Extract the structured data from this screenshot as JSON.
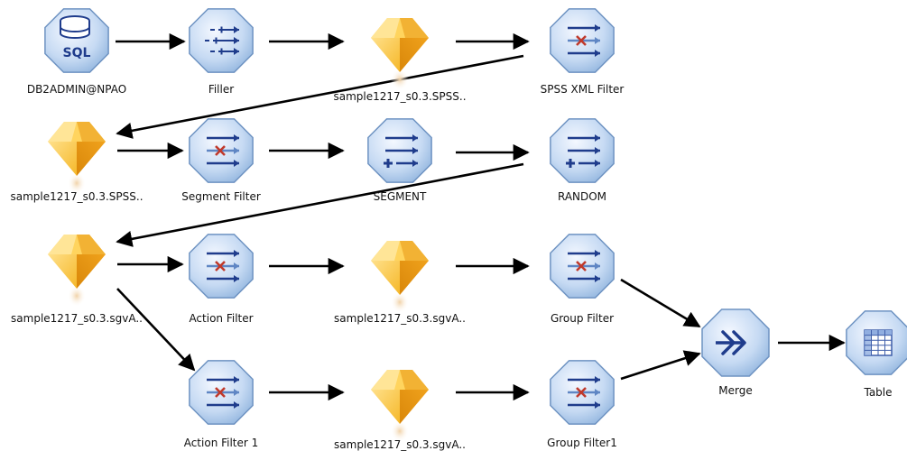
{
  "nodes": [
    {
      "id": "db2admin",
      "type": "sql-source",
      "label": "DB2ADMIN@NPAO"
    },
    {
      "id": "filler",
      "type": "filler",
      "label": "Filler"
    },
    {
      "id": "gem1",
      "type": "gem",
      "label": "sample1217_s0.3.SPSS.."
    },
    {
      "id": "spssxml",
      "type": "filter-x",
      "label": "SPSS XML Filter"
    },
    {
      "id": "gem2",
      "type": "gem",
      "label": "sample1217_s0.3.SPSS.."
    },
    {
      "id": "segfilter",
      "type": "filter-x",
      "label": "Segment Filter"
    },
    {
      "id": "segment",
      "type": "derive",
      "label": "SEGMENT"
    },
    {
      "id": "random",
      "type": "derive",
      "label": "RANDOM"
    },
    {
      "id": "gem3",
      "type": "gem",
      "label": "sample1217_s0.3.sgvA.."
    },
    {
      "id": "actfilter",
      "type": "filter-x",
      "label": "Action Filter"
    },
    {
      "id": "gem4",
      "type": "gem",
      "label": "sample1217_s0.3.sgvA.."
    },
    {
      "id": "grpfilter",
      "type": "filter-x",
      "label": "Group Filter"
    },
    {
      "id": "actfilter1",
      "type": "filter-x",
      "label": "Action Filter 1"
    },
    {
      "id": "gem5",
      "type": "gem",
      "label": "sample1217_s0.3.sgvA.."
    },
    {
      "id": "grpfilter1",
      "type": "filter-x",
      "label": "Group Filter1"
    },
    {
      "id": "merge",
      "type": "merge",
      "label": "Merge"
    },
    {
      "id": "table",
      "type": "table",
      "label": "Table"
    }
  ],
  "edges": [
    {
      "from": "db2admin",
      "to": "filler"
    },
    {
      "from": "filler",
      "to": "gem1"
    },
    {
      "from": "gem1",
      "to": "spssxml"
    },
    {
      "from": "spssxml",
      "to": "gem2"
    },
    {
      "from": "gem2",
      "to": "segfilter"
    },
    {
      "from": "segfilter",
      "to": "segment"
    },
    {
      "from": "segment",
      "to": "random"
    },
    {
      "from": "random",
      "to": "gem3"
    },
    {
      "from": "gem3",
      "to": "actfilter"
    },
    {
      "from": "actfilter",
      "to": "gem4"
    },
    {
      "from": "gem4",
      "to": "grpfilter"
    },
    {
      "from": "gem3",
      "to": "actfilter1"
    },
    {
      "from": "actfilter1",
      "to": "gem5"
    },
    {
      "from": "gem5",
      "to": "grpfilter1"
    },
    {
      "from": "grpfilter",
      "to": "merge"
    },
    {
      "from": "grpfilter1",
      "to": "merge"
    },
    {
      "from": "merge",
      "to": "table"
    }
  ],
  "icon_text": {
    "sql": "SQL"
  },
  "colors": {
    "hex_fill_light": "#e3eefb",
    "hex_fill_dark": "#8fb3dd",
    "hex_stroke": "#6e93c2",
    "icon_blue": "#1f3c8c",
    "filter_x_red": "#c0392b",
    "gem_light": "#ffd257",
    "gem_dark": "#e29b13",
    "gem_shadow": "#f3d9b8",
    "arrow": "#000000",
    "label_text": "#111111",
    "table_grid": "#3f5faa",
    "table_header": "#90aee0"
  }
}
